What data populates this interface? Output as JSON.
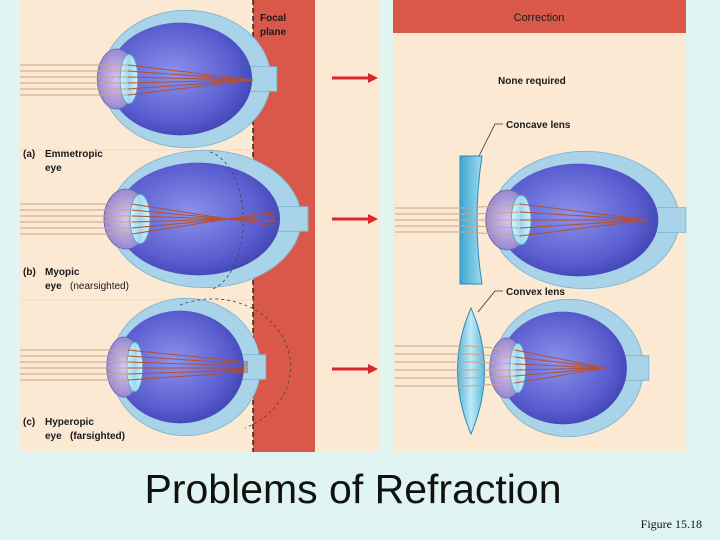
{
  "slide": {
    "title": "Problems of Refraction",
    "caption": "Figure 15.18"
  },
  "left_panel": {
    "focal_label_line1": "Focal",
    "focal_label_line2": "plane",
    "emmetropic": {
      "tag": "(a)",
      "line1": "Emmetropic",
      "line2": "eye"
    },
    "myopic": {
      "tag": "(b)",
      "line1": "Myopic",
      "line2": "eye",
      "line2_extra": "(nearsighted)"
    },
    "hyperopic": {
      "tag": "(c)",
      "line1": "Hyperopic",
      "line2": "eye",
      "line2_extra": "(farsighted)"
    }
  },
  "right_panel": {
    "header": "Correction",
    "none_required": "None required",
    "concave_lens": "Concave lens",
    "convex_lens": "Convex lens"
  },
  "colors": {
    "background": "#e0f4f2",
    "panel": "#fbe9d4",
    "focal_band": "#d9584a",
    "arrow": "#d8282c",
    "eye_outer": "#a9d3e8",
    "eye_body": "#6b6fd8",
    "lens": "#b7e6f5",
    "ray": "#b5502e"
  }
}
